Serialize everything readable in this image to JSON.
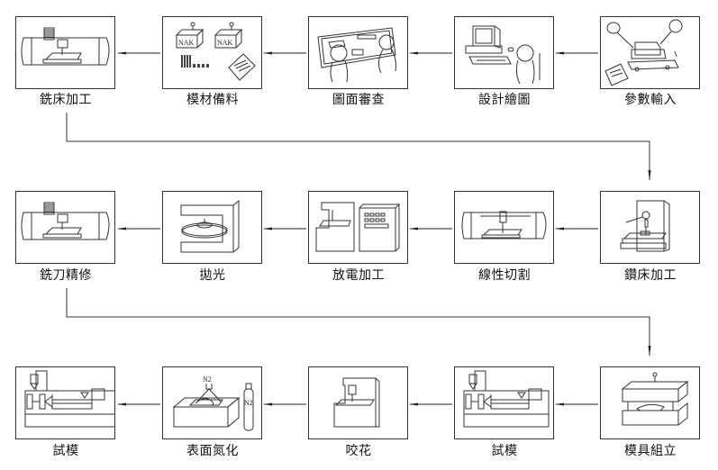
{
  "diagram": {
    "type": "process-flow",
    "title": "",
    "rows": [
      {
        "steps": [
          {
            "id": "parameter-input",
            "label": "參數輸入",
            "icon": "mold-base-parameters-icon"
          },
          {
            "id": "design-drawing",
            "label": "設計繪圖",
            "icon": "cad-workstation-icon"
          },
          {
            "id": "drawing-review",
            "label": "圖面審查",
            "icon": "drawing-review-icon"
          },
          {
            "id": "material-prep",
            "label": "模材備料",
            "icon": "nak-material-blocks-icon"
          },
          {
            "id": "milling",
            "label": "銑床加工",
            "icon": "milling-machine-icon"
          }
        ]
      },
      {
        "steps": [
          {
            "id": "drilling",
            "label": "鑽床加工",
            "icon": "drill-press-icon"
          },
          {
            "id": "wire-cutting",
            "label": "線性切割",
            "icon": "wire-edm-machine-icon"
          },
          {
            "id": "edm",
            "label": "放電加工",
            "icon": "edm-machine-icon"
          },
          {
            "id": "polishing",
            "label": "拋光",
            "icon": "polishing-machine-icon"
          },
          {
            "id": "finish-milling",
            "label": "銑刀精修",
            "icon": "milling-machine-icon"
          }
        ]
      },
      {
        "steps": [
          {
            "id": "mold-assembly",
            "label": "模具組立",
            "icon": "mold-assembly-icon"
          },
          {
            "id": "trial-mold-1",
            "label": "試模",
            "icon": "injection-molding-machine-icon"
          },
          {
            "id": "texturing",
            "label": "咬花",
            "icon": "texturing-machine-icon"
          },
          {
            "id": "nitriding",
            "label": "表面氮化",
            "icon": "nitriding-n2-icon"
          },
          {
            "id": "trial-mold-2",
            "label": "試模",
            "icon": "injection-molding-machine-icon"
          }
        ]
      }
    ],
    "flow": "right-to-left within each row; leftmost step connects down to the rightmost step of the next row",
    "image_text": {
      "nak_label": "NAK",
      "n2_label": "N2"
    },
    "colors": {
      "line": "#333333",
      "background": "#ffffff"
    }
  }
}
